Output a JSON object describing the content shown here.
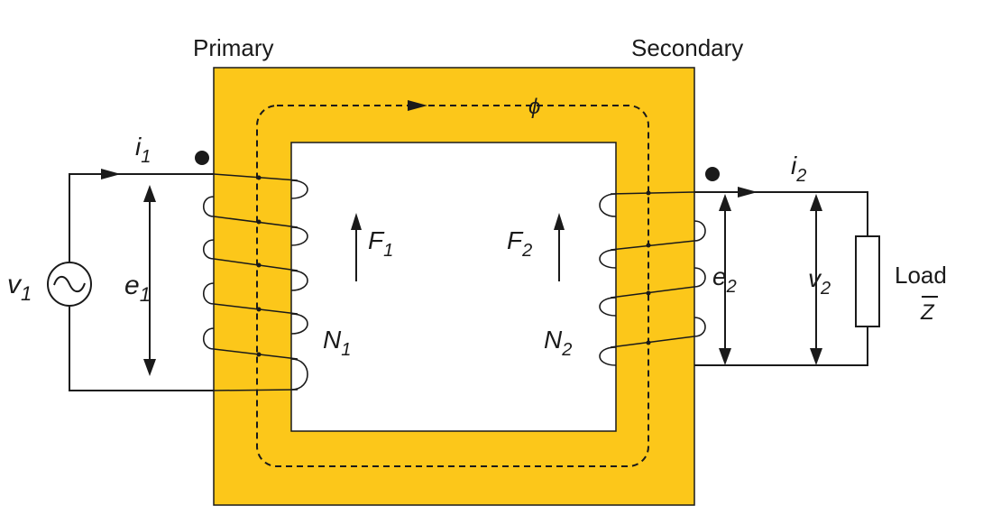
{
  "labels": {
    "primary": "Primary",
    "secondary": "Secondary",
    "flux": "ϕ",
    "i1": "i",
    "i1_sub": "1",
    "i2": "i",
    "i2_sub": "2",
    "v1": "v",
    "v1_sub": "1",
    "e1": "e",
    "e1_sub": "1",
    "e2": "e",
    "e2_sub": "2",
    "v2": "v",
    "v2_sub": "2",
    "f1": "F",
    "f1_sub": "1",
    "f2": "F",
    "f2_sub": "2",
    "n1": "N",
    "n1_sub": "1",
    "n2": "N",
    "n2_sub": "2",
    "load": "Load",
    "load_z": "Z"
  },
  "colors": {
    "core": "#fcc71a",
    "ink": "#1a1a1a",
    "background": "#ffffff"
  }
}
